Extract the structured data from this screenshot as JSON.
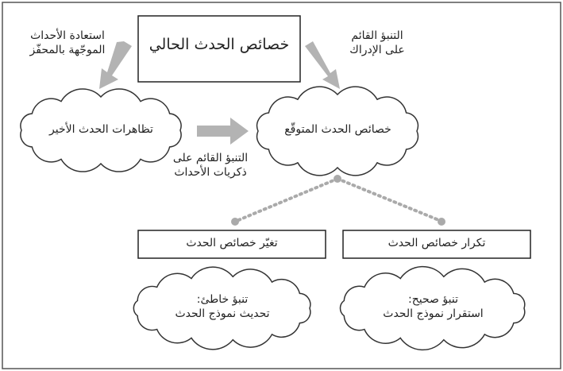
{
  "current_event": "خصائص الحدث الحالي",
  "retrieval_label": [
    "استعادة الأحداث",
    "الموجّهة بالمحفّز"
  ],
  "perception_label": [
    "التنبؤ القائم",
    "على الإدراك"
  ],
  "recent_event_cloud": "تظاهرات الحدث الأخير",
  "expected_event_cloud": "خصائص الحدث المتوقّع",
  "memory_label": [
    "التنبؤ القائم على",
    "ذكريات الأحداث"
  ],
  "change_box": "تغيّر خصائص الحدث",
  "repeat_box": "تكرار خصائص الحدث",
  "wrong_cloud": [
    "تنبؤ خاطئ:",
    "تحديث نموذج الحدث"
  ],
  "correct_cloud": [
    "تنبؤ صحيح:",
    "استقرار نموذج الحدث"
  ],
  "colors": {
    "arrow": "#b3b3b3",
    "line": "#222222"
  }
}
